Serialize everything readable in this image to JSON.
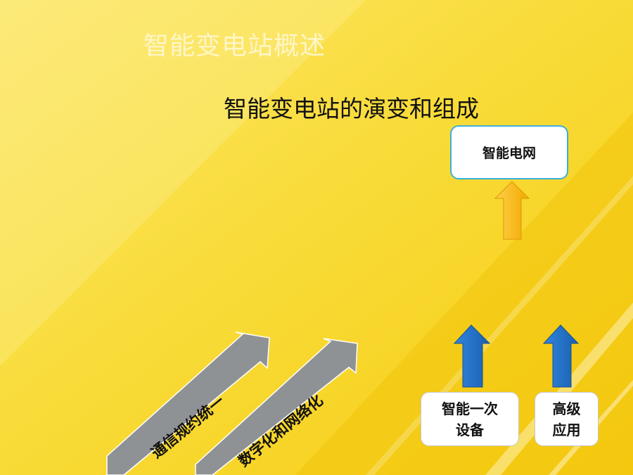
{
  "header": {
    "title": "智能变电站概述"
  },
  "main": {
    "title": "智能变电站的演变和组成"
  },
  "boxes": {
    "smart_grid": "智能电网",
    "smart_primary_line1": "智能一次",
    "smart_primary_line2": "设备",
    "advanced_line1": "高级",
    "advanced_line2": "应用"
  },
  "diagonal_arrows": {
    "comm_spec": "通信规约统一",
    "digital_network": "数字化和网络化"
  },
  "colors": {
    "background": "#f7d21a",
    "grey_arrow": "#8f9295",
    "orange_arrow": "#f8b800",
    "blue_arrow": "#1e6fc4",
    "box_border": "#3bb0d8"
  },
  "icons": [
    "arrow-up-icon",
    "arrow-diagonal-icon"
  ]
}
